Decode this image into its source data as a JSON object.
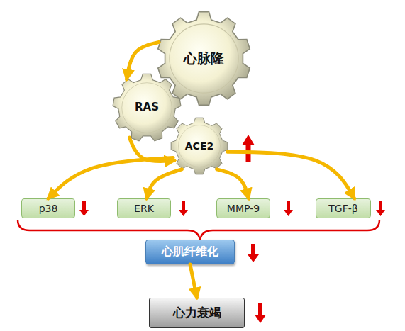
{
  "diagram": {
    "nodes": [
      {
        "text": [
          "心脉隆"
        ]
      },
      {
        "text": [
          "RAS"
        ]
      },
      {
        "text": [
          "ACE2"
        ]
      },
      {
        "text": [
          "p38"
        ]
      },
      {
        "text": [
          "ERK"
        ]
      },
      {
        "text": [
          "MMP-9"
        ]
      },
      {
        "text": [
          "TGF-β"
        ]
      },
      {
        "text": [
          "心肌纤维化"
        ]
      },
      {
        "text": [
          "心力衰竭"
        ]
      }
    ],
    "edges": [
      {
        "from": 0,
        "to": 1,
        "arrow": "to"
      },
      {
        "from": 1,
        "to": 2,
        "arrow": "to"
      },
      {
        "from": 2,
        "to": 3,
        "arrow": "to"
      },
      {
        "from": 2,
        "to": 4,
        "arrow": "to"
      },
      {
        "from": 2,
        "to": 5,
        "arrow": "to"
      },
      {
        "from": 2,
        "to": 6,
        "arrow": "to"
      },
      {
        "from": 7,
        "to": 8,
        "arrow": "to"
      }
    ]
  }
}
